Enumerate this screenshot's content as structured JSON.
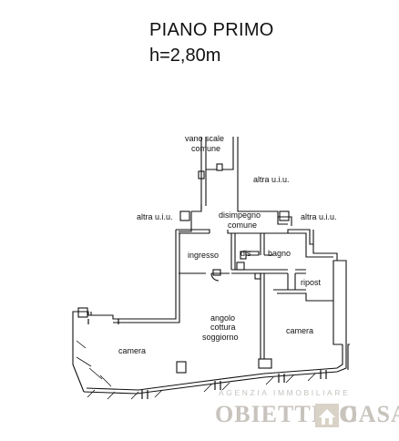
{
  "header": {
    "title": "PIANO PRIMO",
    "height_note": "h=2,80m"
  },
  "rooms": {
    "vano_scale_line1": "vano scale",
    "vano_scale_line2": "comune",
    "altra_uiu_top": "altra u.i.u.",
    "altra_uiu_left": "altra u.i.u.",
    "altra_uiu_right": "altra u.i.u.",
    "disimpegno_line1": "disimpegno",
    "disimpegno_line2": "comune",
    "ingresso": "ingresso",
    "dis": "dis",
    "bagno": "bagno",
    "ripost": "ripost",
    "angolo_line1": "angolo",
    "angolo_line2": "cottura",
    "angolo_line3": "soggiorno",
    "camera_left": "camera",
    "camera_right": "camera"
  },
  "watermark": {
    "tagline": "AGENZIA IMMOBILIARE",
    "brand_left": "OBIETTIVO",
    "brand_right": "CASA",
    "colors": {
      "text": "#c8c3bd",
      "logo": "#d9d2c6"
    }
  }
}
